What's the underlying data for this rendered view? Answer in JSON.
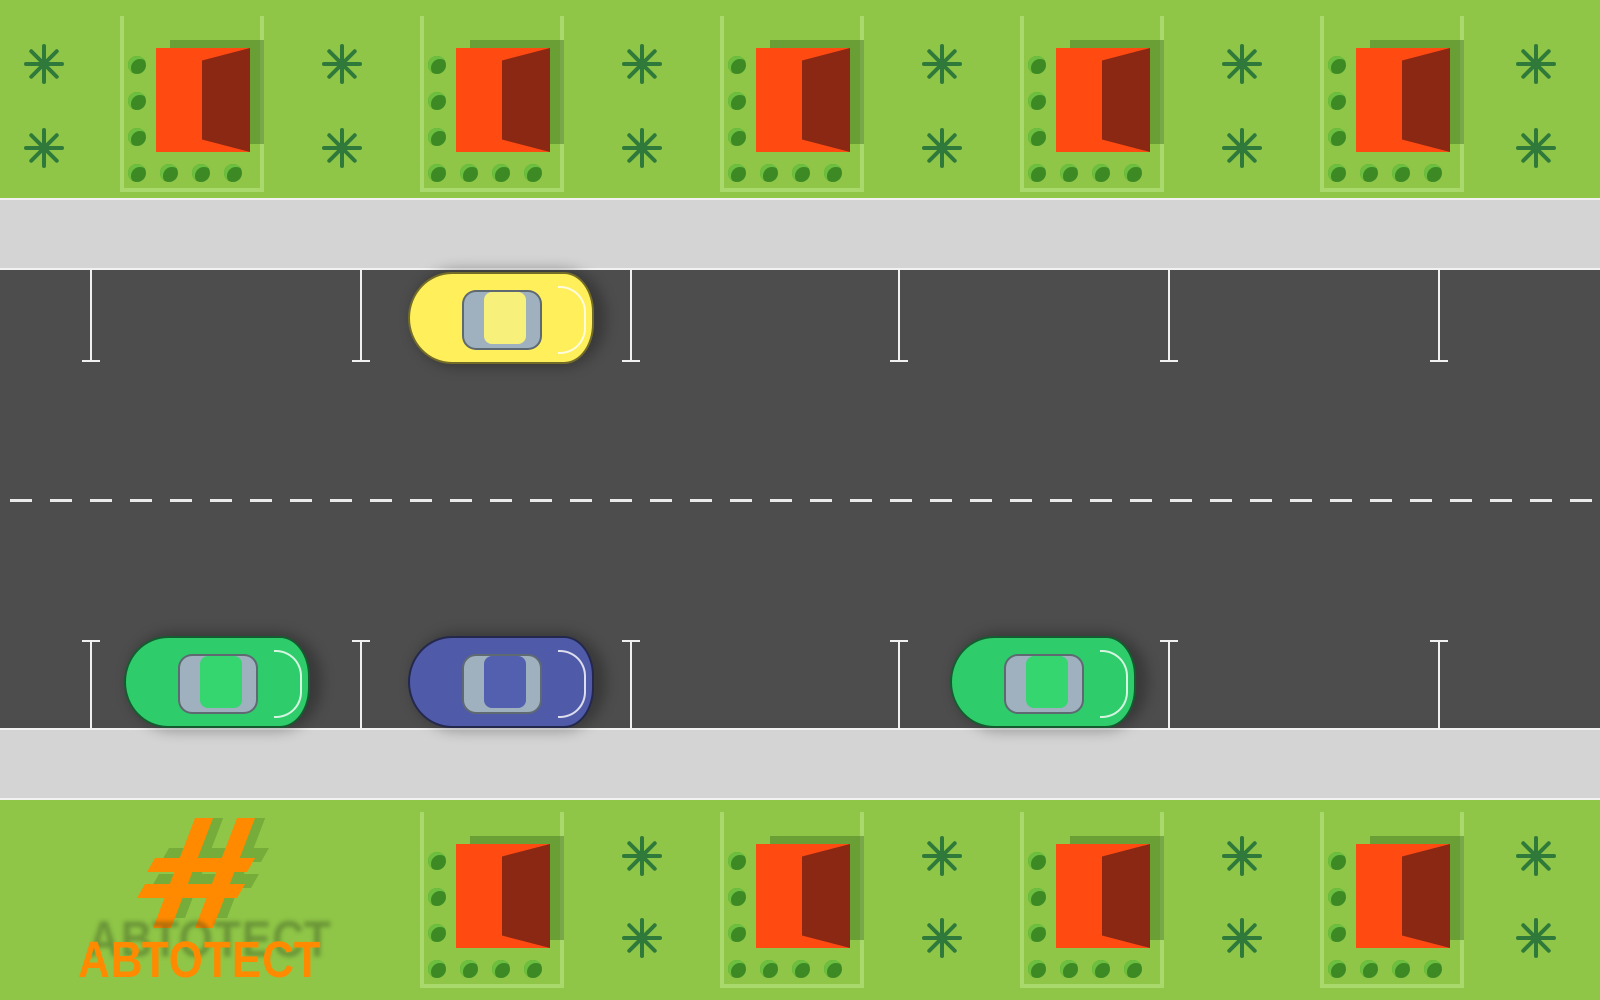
{
  "scene": {
    "type": "top-down street parking diagram",
    "colors": {
      "grass": "#8fc647",
      "sidewalk": "#d4d4d4",
      "road": "#4d4d4d",
      "roof": "#ff4a12",
      "roof_shadow": "#8b2814",
      "markings": "#f0f0f0"
    }
  },
  "houses": {
    "top_count": 5,
    "bottom_count": 4,
    "icon": "house-roof-icon"
  },
  "cars": [
    {
      "name": "yellow-car",
      "color": "#ffef5a",
      "roof_color": "#f7f07a",
      "lane": "upper",
      "direction": "right"
    },
    {
      "name": "green-car-1",
      "color": "#2ecc6a",
      "roof_color": "#35d56f",
      "lane": "lower",
      "direction": "right"
    },
    {
      "name": "blue-car",
      "color": "#4f5aa8",
      "roof_color": "#5360b0",
      "lane": "lower",
      "direction": "right"
    },
    {
      "name": "green-car-2",
      "color": "#2ecc6a",
      "roof_color": "#35d56f",
      "lane": "lower",
      "direction": "right"
    }
  ],
  "logo": {
    "text": "АВТОТЕСТ",
    "color": "#ff8a00"
  }
}
